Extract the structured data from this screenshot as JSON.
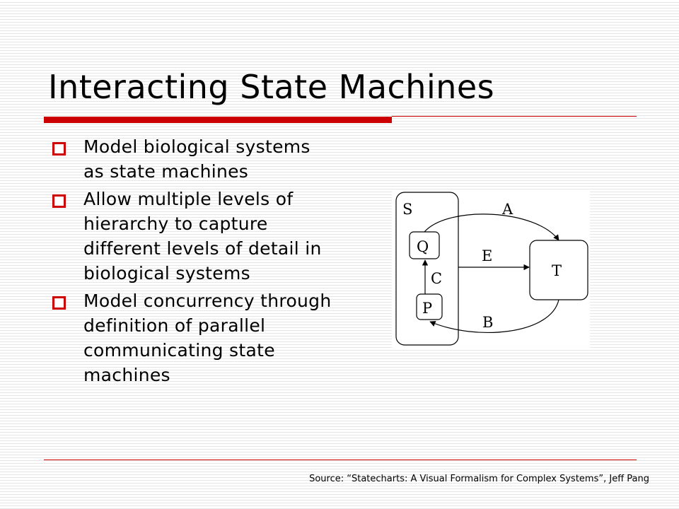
{
  "slide": {
    "title": "Interacting State Machines",
    "bullets": [
      "Model biological systems as state machines",
      "Allow multiple levels of hierarchy to capture different levels of detail in biological systems",
      "Model concurrency through definition of parallel communicating state machines"
    ],
    "source": "Source: “Statecharts: A Visual Formalism for Complex Systems”, Jeff Pang"
  },
  "diagram": {
    "states": {
      "outer": "S",
      "top": "Q",
      "bottom": "P",
      "target": "T"
    },
    "transitions": {
      "a": "A",
      "b": "B",
      "c": "C",
      "e": "E"
    }
  },
  "colors": {
    "accent": "#cc0000",
    "background_stripe": "#e6e6e6"
  }
}
